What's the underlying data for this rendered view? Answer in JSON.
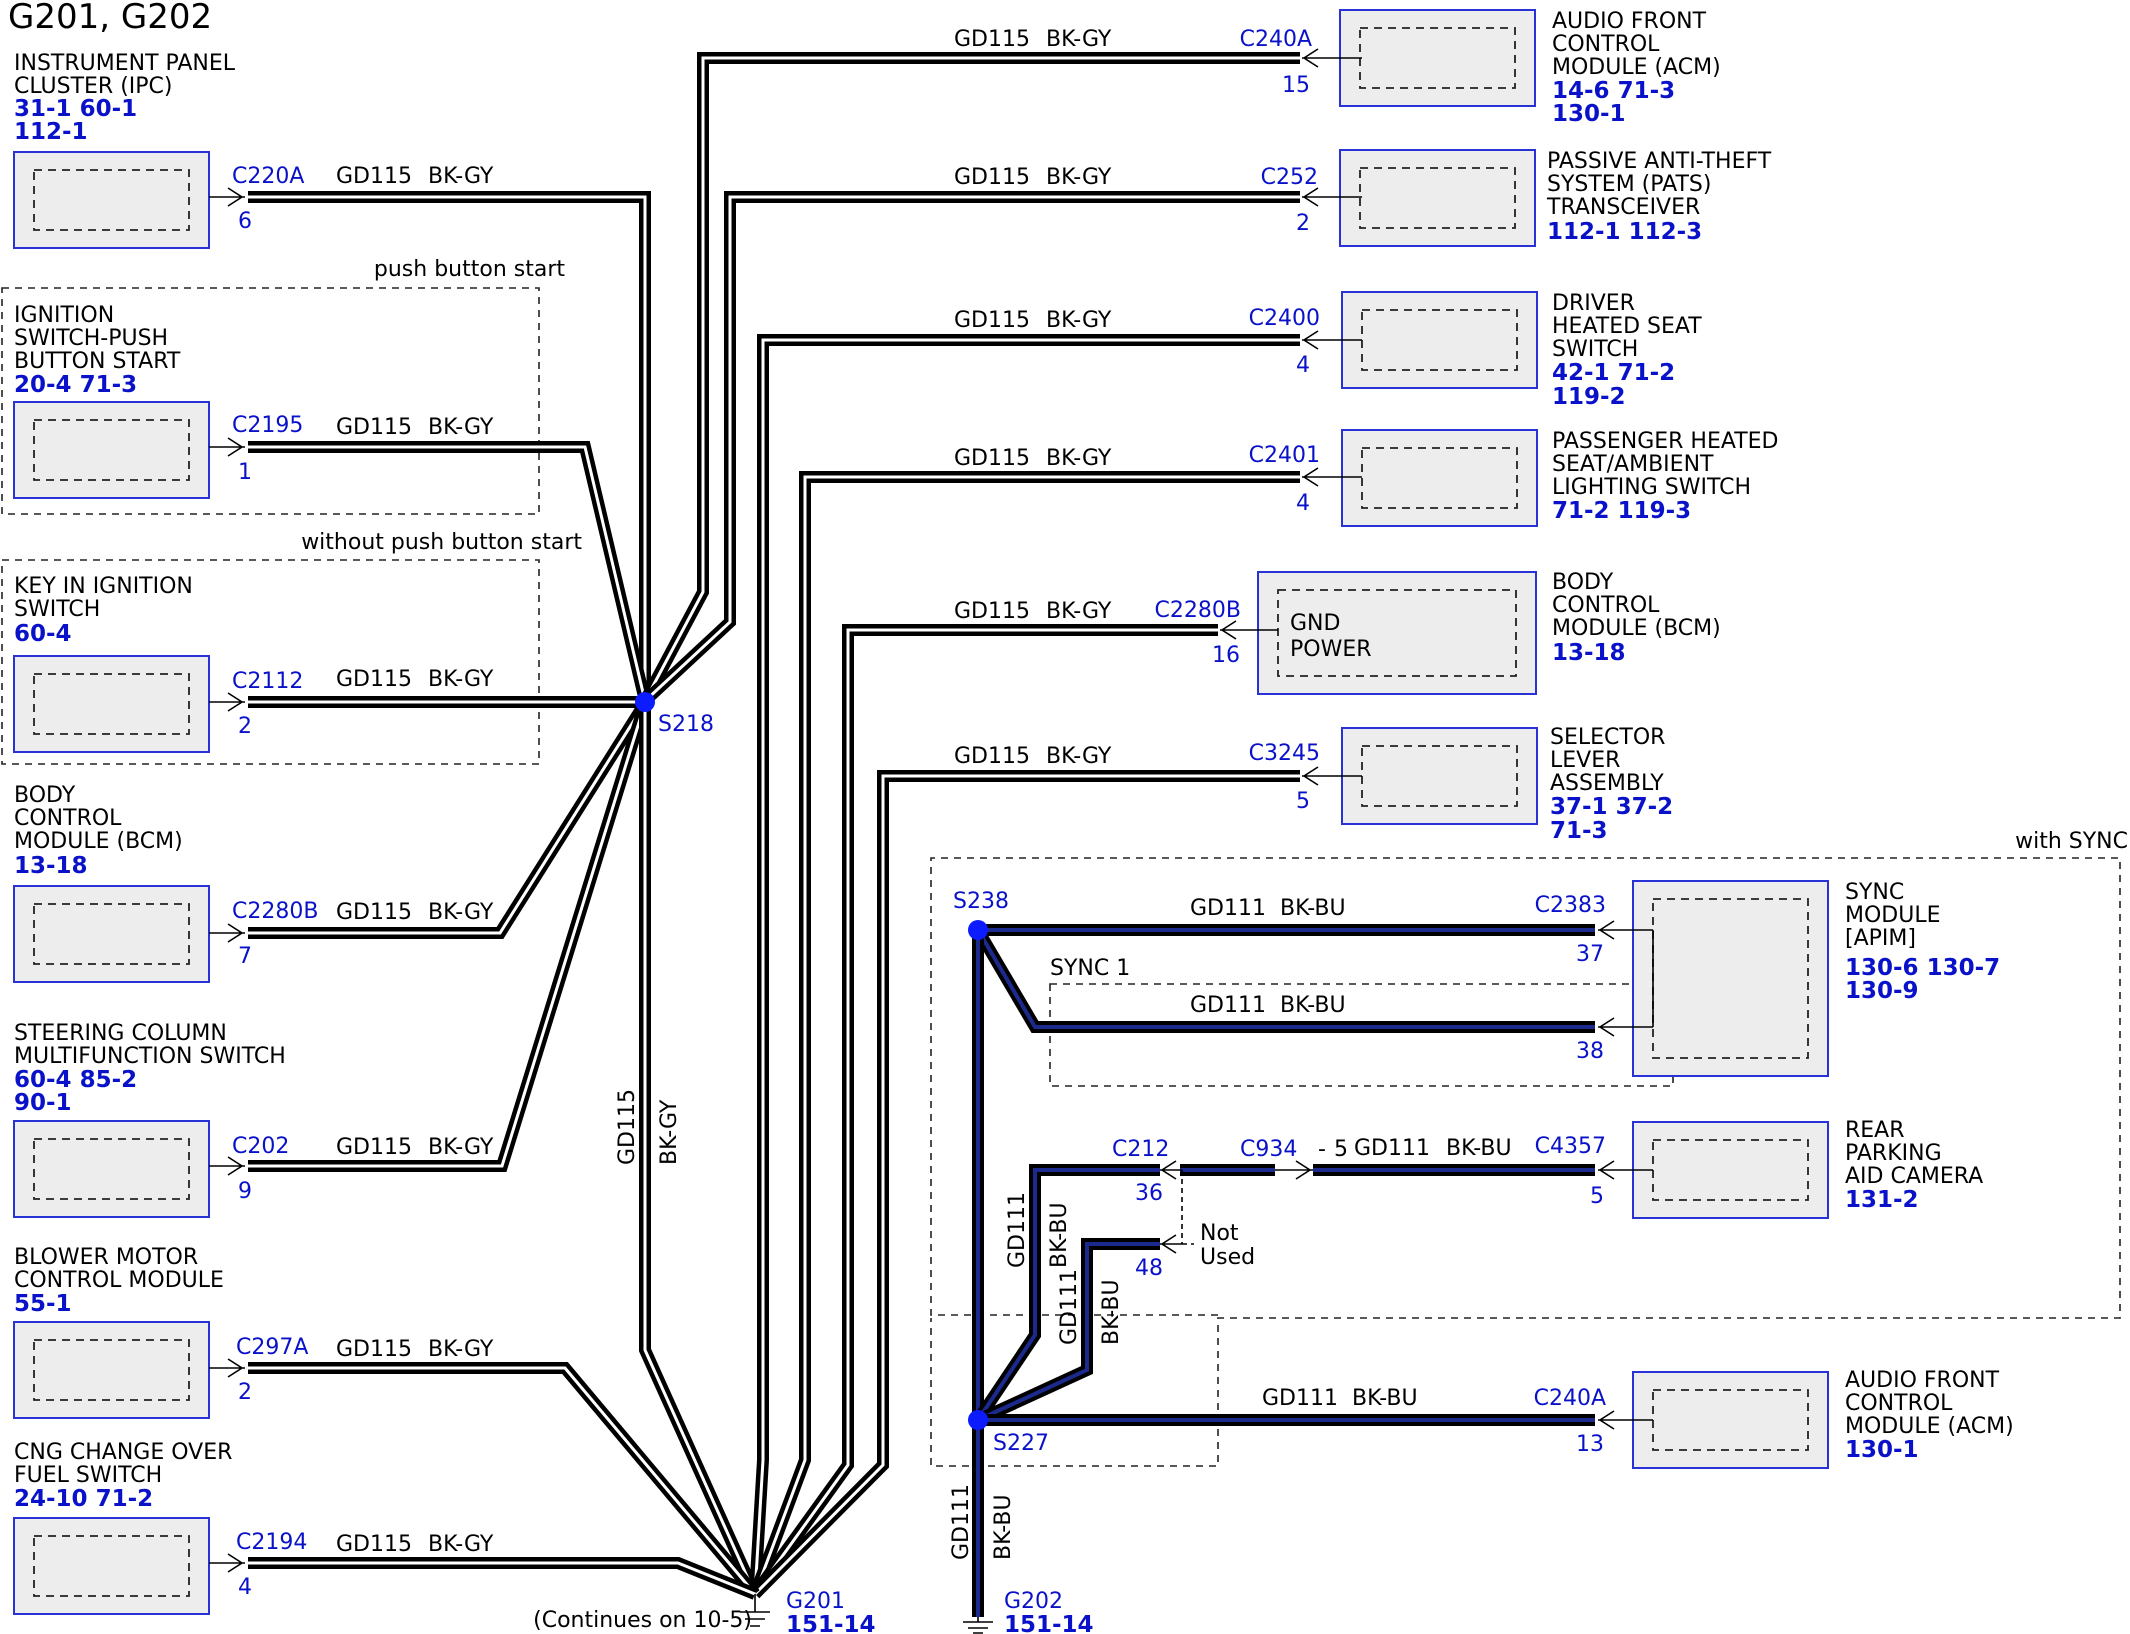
{
  "title": "G201, G202",
  "wire_gd115": {
    "circuit": "GD115",
    "color": "BK-GY"
  },
  "wire_gd111": {
    "circuit": "GD111",
    "color": "BK-BU"
  },
  "left_components": [
    {
      "name_lines": [
        "INSTRUMENT PANEL",
        "CLUSTER (IPC)"
      ],
      "ref_lines": [
        "31-1  60-1",
        "112-1"
      ],
      "connector": "C220A",
      "pin": "6"
    },
    {
      "name_lines": [
        "IGNITION",
        "SWITCH-PUSH",
        "BUTTON START"
      ],
      "ref_lines": [
        "20-4  71-3"
      ],
      "connector": "C2195",
      "pin": "1"
    },
    {
      "name_lines": [
        "KEY IN IGNITION",
        "SWITCH"
      ],
      "ref_lines": [
        "60-4"
      ],
      "connector": "C2112",
      "pin": "2"
    },
    {
      "name_lines": [
        "BODY",
        "CONTROL",
        "MODULE (BCM)"
      ],
      "ref_lines": [
        "13-18"
      ],
      "connector": "C2280B",
      "pin": "7"
    },
    {
      "name_lines": [
        "STEERING COLUMN",
        "MULTIFUNCTION SWITCH"
      ],
      "ref_lines": [
        "60-4  85-2",
        "90-1"
      ],
      "connector": "C202",
      "pin": "9"
    },
    {
      "name_lines": [
        "BLOWER MOTOR",
        "CONTROL MODULE"
      ],
      "ref_lines": [
        "55-1"
      ],
      "connector": "C297A",
      "pin": "2"
    },
    {
      "name_lines": [
        "CNG CHANGE OVER",
        "FUEL SWITCH"
      ],
      "ref_lines": [
        "24-10 71-2"
      ],
      "connector": "C2194",
      "pin": "4"
    }
  ],
  "right_components": [
    {
      "name_lines": [
        "AUDIO FRONT",
        "CONTROL",
        "MODULE (ACM)"
      ],
      "ref_lines": [
        "14-6  71-3",
        "130-1"
      ],
      "connector": "C240A",
      "pin": "15"
    },
    {
      "name_lines": [
        "PASSIVE ANTI-THEFT",
        "SYSTEM (PATS)",
        "TRANSCEIVER"
      ],
      "ref_lines": [
        "112-1 112-3"
      ],
      "connector": "C252",
      "pin": "2"
    },
    {
      "name_lines": [
        "DRIVER",
        "HEATED SEAT",
        "SWITCH"
      ],
      "ref_lines": [
        "42-1  71-2",
        "119-2"
      ],
      "connector": "C2400",
      "pin": "4"
    },
    {
      "name_lines": [
        "PASSENGER HEATED",
        "SEAT/AMBIENT",
        "LIGHTING SWITCH"
      ],
      "ref_lines": [
        "71-2  119-3"
      ],
      "connector": "C2401",
      "pin": "4"
    },
    {
      "name_lines": [
        "BODY",
        "CONTROL",
        "MODULE (BCM)"
      ],
      "ref_lines": [
        "13-18"
      ],
      "connector": "C2280B",
      "pin": "16",
      "inner_lines": [
        "GND",
        "POWER"
      ]
    },
    {
      "name_lines": [
        "SELECTOR",
        "LEVER",
        "ASSEMBLY"
      ],
      "ref_lines": [
        "37-1  37-2",
        "71-3"
      ],
      "connector": "C3245",
      "pin": "5"
    }
  ],
  "option_labels": {
    "push": "push button start",
    "no_push": "without push button start",
    "sync": "with SYNC",
    "sync1": "SYNC 1"
  },
  "splices": {
    "s218": "S218",
    "s238": "S238",
    "s227": "S227"
  },
  "sync_module": {
    "name_lines": [
      "SYNC",
      "MODULE",
      "[APIM]"
    ],
    "ref_lines": [
      "130-6 130-7",
      "130-9"
    ],
    "connector": "C2383",
    "pin_a": "37",
    "pin_b": "38"
  },
  "camera": {
    "name_lines": [
      "REAR",
      "PARKING",
      "AID CAMERA"
    ],
    "ref_lines": [
      "131-2"
    ],
    "connector": "C4357",
    "pin": "5",
    "c934": "C934",
    "c934_pin": "5",
    "c212": "C212",
    "pin36": "36",
    "pin48": "48",
    "not_used_lines": [
      "Not",
      "Used"
    ]
  },
  "acm_lower": {
    "name_lines": [
      "AUDIO FRONT",
      "CONTROL",
      "MODULE (ACM)"
    ],
    "ref_lines": [
      "130-1"
    ],
    "connector": "C240A",
    "pin": "13"
  },
  "grounds": {
    "g201": "G201",
    "g201_ref": "151-14",
    "g202": "G202",
    "g202_ref": "151-14",
    "continues": "(Continues on 10-5)"
  }
}
